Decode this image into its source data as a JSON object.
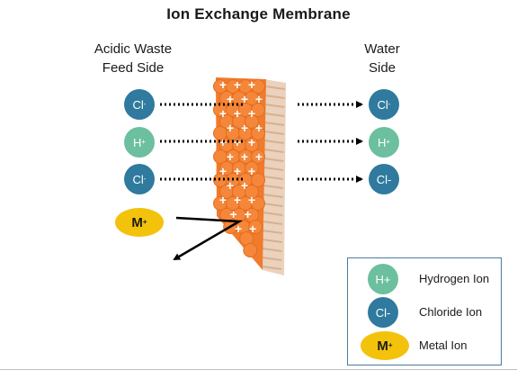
{
  "title": "Ion Exchange Membrane",
  "left_side": {
    "line1": "Acidic Waste",
    "line2": "Feed Side"
  },
  "right_side": {
    "line1": "Water",
    "line2": "Side"
  },
  "left_ions": [
    {
      "text": "Cl",
      "sup": "-"
    },
    {
      "text": "H",
      "sup": "+"
    },
    {
      "text": "Cl",
      "sup": "-"
    }
  ],
  "metal_ion": {
    "text": "M",
    "sup": "+"
  },
  "right_ions": [
    {
      "text": "Cl",
      "sup": "-"
    },
    {
      "text": "H",
      "sup": "+"
    },
    {
      "text": "Cl-"
    }
  ],
  "membrane_symbol": "+",
  "legend": {
    "items": [
      {
        "symbol": "H+",
        "label": "Hydrogen Ion"
      },
      {
        "symbol": "Cl-",
        "label": "Chloride Ion"
      },
      {
        "symbol_text": "M",
        "symbol_sup": "+",
        "label": "Metal Ion"
      }
    ]
  },
  "colors": {
    "chloride": "#2f7a9e",
    "hydrogen": "#6cbf9f",
    "metal": "#f3c20b",
    "membrane": "#f07b2c",
    "membrane_edge": "#e6c9b0"
  }
}
